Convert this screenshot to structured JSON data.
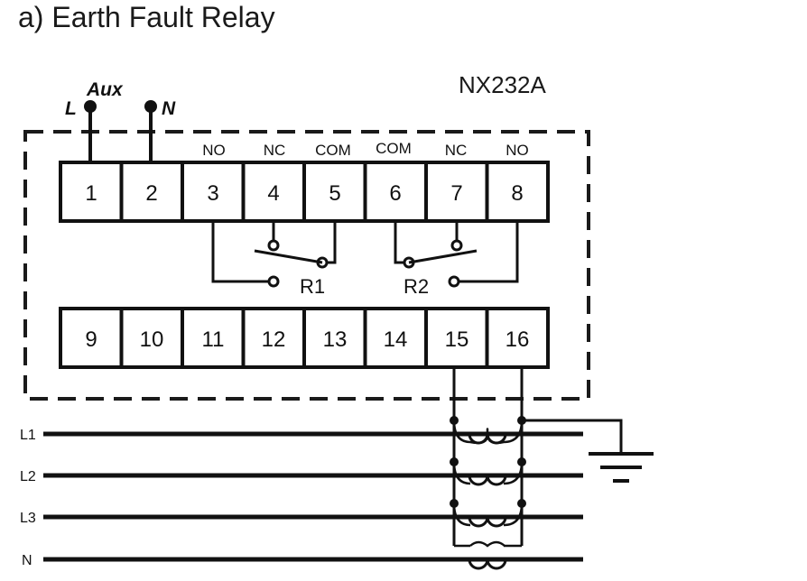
{
  "title": "a) Earth Fault Relay",
  "model": "NX232A",
  "supply": {
    "aux_label": "Aux",
    "live_label": "L",
    "neutral_label": "N"
  },
  "contact_labels": [
    "NO",
    "NC",
    "COM",
    "COM",
    "NC",
    "NO"
  ],
  "terminals_top": [
    "1",
    "2",
    "3",
    "4",
    "5",
    "6",
    "7",
    "8"
  ],
  "terminals_bottom": [
    "9",
    "10",
    "11",
    "12",
    "13",
    "14",
    "15",
    "16"
  ],
  "relays": [
    "R1",
    "R2"
  ],
  "lines": [
    "L1",
    "L2",
    "L3",
    "N"
  ]
}
